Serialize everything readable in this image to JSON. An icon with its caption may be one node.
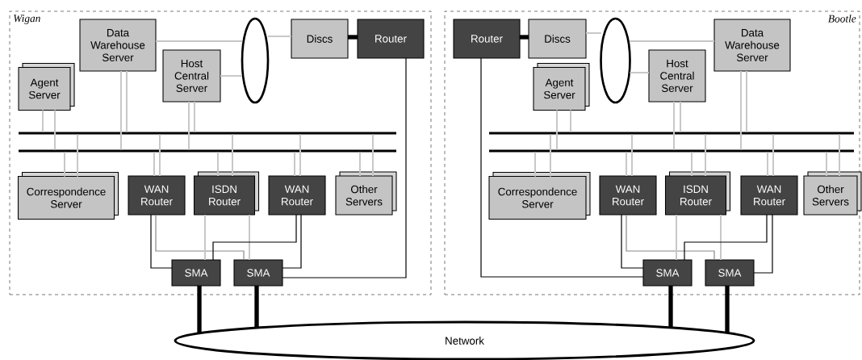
{
  "diagram": {
    "nodes": [
      {
        "text": [
          "Wigan"
        ]
      },
      {
        "text": [
          "Data Warehouse Server"
        ],
        "in": 0
      },
      {
        "text": [
          "Host Central Server"
        ],
        "in": 0
      },
      {
        "text": [],
        "shape": "ellipse",
        "in": 0
      },
      {
        "text": [
          "Discs"
        ],
        "in": 0
      },
      {
        "text": [
          "Router"
        ],
        "in": 0
      },
      {
        "text": [
          "Agent Server"
        ],
        "in": 0
      },
      {
        "text": [],
        "shape": "bar",
        "in": 0
      },
      {
        "text": [],
        "shape": "bar",
        "in": 0
      },
      {
        "text": [
          "Correspondence Server"
        ],
        "in": 0
      },
      {
        "text": [
          "WAN Router"
        ],
        "in": 0
      },
      {
        "text": [
          "ISDN Router"
        ],
        "in": 0
      },
      {
        "text": [
          "WAN Router"
        ],
        "in": 0
      },
      {
        "text": [
          "Other Servers"
        ],
        "in": 0
      },
      {
        "text": [
          "SMA"
        ],
        "in": 0
      },
      {
        "text": [
          "SMA"
        ],
        "in": 0
      },
      {
        "text": [
          "Bootle"
        ]
      },
      {
        "text": [
          "Router"
        ],
        "in": 16
      },
      {
        "text": [
          "Discs"
        ],
        "in": 16
      },
      {
        "text": [],
        "shape": "ellipse",
        "in": 16
      },
      {
        "text": [
          "Host Central Server"
        ],
        "in": 16
      },
      {
        "text": [
          "Data Warehouse Server"
        ],
        "in": 16
      },
      {
        "text": [
          "Agent Server"
        ],
        "in": 16
      },
      {
        "text": [],
        "shape": "bar",
        "in": 16
      },
      {
        "text": [],
        "shape": "bar",
        "in": 16
      },
      {
        "text": [
          "Correspondence Server"
        ],
        "in": 16
      },
      {
        "text": [
          "WAN Router"
        ],
        "in": 16
      },
      {
        "text": [
          "ISDN Router"
        ],
        "in": 16
      },
      {
        "text": [
          "WAN Router"
        ],
        "in": 16
      },
      {
        "text": [
          "Other Servers"
        ],
        "in": 16
      },
      {
        "text": [
          "SMA"
        ],
        "in": 16
      },
      {
        "text": [
          "SMA"
        ],
        "in": 16
      },
      {
        "text": [
          "Network"
        ]
      }
    ],
    "edges": [
      {
        "from": 1,
        "to": 3,
        "arrow": "none"
      },
      {
        "from": 2,
        "to": 3,
        "arrow": "none"
      },
      {
        "from": 3,
        "to": 4,
        "arrow": "none"
      },
      {
        "from": 4,
        "to": 5,
        "arrow": "none",
        "style": "thick",
        "color": "#000000"
      },
      {
        "from": 5,
        "to": 15,
        "arrow": "none",
        "color": "#000000"
      },
      {
        "from": 6,
        "to": 7,
        "arrow": "none"
      },
      {
        "from": 6,
        "to": 8,
        "arrow": "none"
      },
      {
        "from": 1,
        "to": 7,
        "arrow": "none"
      },
      {
        "from": 1,
        "to": 8,
        "arrow": "none"
      },
      {
        "from": 2,
        "to": 7,
        "arrow": "none"
      },
      {
        "from": 2,
        "to": 8,
        "arrow": "none"
      },
      {
        "from": 9,
        "to": 8,
        "arrow": "none"
      },
      {
        "from": 9,
        "to": 7,
        "arrow": "none"
      },
      {
        "from": 10,
        "to": 8,
        "arrow": "none"
      },
      {
        "from": 10,
        "to": 7,
        "arrow": "none"
      },
      {
        "from": 11,
        "to": 8,
        "arrow": "none"
      },
      {
        "from": 11,
        "to": 7,
        "arrow": "none"
      },
      {
        "from": 12,
        "to": 8,
        "arrow": "none"
      },
      {
        "from": 12,
        "to": 7,
        "arrow": "none"
      },
      {
        "from": 13,
        "to": 8,
        "arrow": "none"
      },
      {
        "from": 13,
        "to": 7,
        "arrow": "none"
      },
      {
        "from": 10,
        "to": 14,
        "arrow": "none",
        "color": "#000000"
      },
      {
        "from": 10,
        "to": 15,
        "arrow": "none",
        "color": "#888888"
      },
      {
        "from": 11,
        "to": 14,
        "arrow": "none"
      },
      {
        "from": 11,
        "to": 15,
        "arrow": "none"
      },
      {
        "from": 12,
        "to": 14,
        "arrow": "none",
        "color": "#000000"
      },
      {
        "from": 12,
        "to": 15,
        "arrow": "none",
        "color": "#000000"
      },
      {
        "from": 14,
        "to": 32,
        "arrow": "none",
        "style": "thick",
        "color": "#000000"
      },
      {
        "from": 15,
        "to": 32,
        "arrow": "none",
        "style": "thick",
        "color": "#000000"
      },
      {
        "from": 17,
        "to": 18,
        "arrow": "none",
        "style": "thick",
        "color": "#000000"
      },
      {
        "from": 18,
        "to": 19,
        "arrow": "none"
      },
      {
        "from": 19,
        "to": 21,
        "arrow": "none"
      },
      {
        "from": 19,
        "to": 20,
        "arrow": "none"
      },
      {
        "from": 17,
        "to": 30,
        "arrow": "none",
        "color": "#000000"
      },
      {
        "from": 22,
        "to": 23,
        "arrow": "none"
      },
      {
        "from": 22,
        "to": 24,
        "arrow": "none"
      },
      {
        "from": 20,
        "to": 23,
        "arrow": "none"
      },
      {
        "from": 20,
        "to": 24,
        "arrow": "none"
      },
      {
        "from": 21,
        "to": 23,
        "arrow": "none"
      },
      {
        "from": 21,
        "to": 24,
        "arrow": "none"
      },
      {
        "from": 25,
        "to": 24,
        "arrow": "none"
      },
      {
        "from": 25,
        "to": 23,
        "arrow": "none"
      },
      {
        "from": 26,
        "to": 24,
        "arrow": "none"
      },
      {
        "from": 26,
        "to": 23,
        "arrow": "none"
      },
      {
        "from": 27,
        "to": 24,
        "arrow": "none"
      },
      {
        "from": 27,
        "to": 23,
        "arrow": "none"
      },
      {
        "from": 28,
        "to": 24,
        "arrow": "none"
      },
      {
        "from": 28,
        "to": 23,
        "arrow": "none"
      },
      {
        "from": 29,
        "to": 24,
        "arrow": "none"
      },
      {
        "from": 29,
        "to": 23,
        "arrow": "none"
      },
      {
        "from": 26,
        "to": 30,
        "arrow": "none",
        "color": "#000000"
      },
      {
        "from": 26,
        "to": 31,
        "arrow": "none",
        "color": "#888888"
      },
      {
        "from": 27,
        "to": 30,
        "arrow": "none"
      },
      {
        "from": 27,
        "to": 31,
        "arrow": "none"
      },
      {
        "from": 28,
        "to": 30,
        "arrow": "none",
        "color": "#000000"
      },
      {
        "from": 28,
        "to": 31,
        "arrow": "none",
        "color": "#000000"
      },
      {
        "from": 30,
        "to": 32,
        "arrow": "none",
        "style": "thick",
        "color": "#000000"
      },
      {
        "from": 31,
        "to": 32,
        "arrow": "none",
        "style": "thick",
        "color": "#000000"
      }
    ]
  }
}
